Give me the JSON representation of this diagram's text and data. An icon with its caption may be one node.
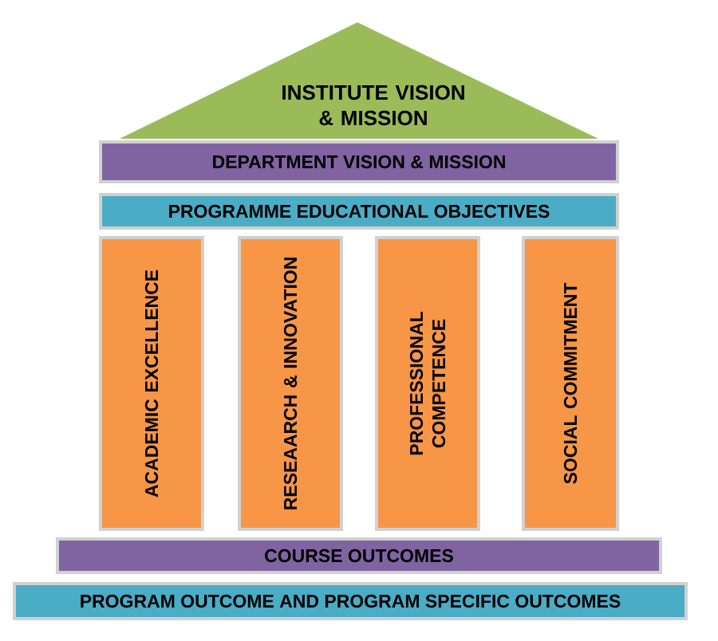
{
  "diagram": {
    "nodes": [
      {
        "text": [
          "INSTITUTE VISION & MISSION"
        ]
      },
      {
        "text": [
          "DEPARTMENT VISION & MISSION"
        ]
      },
      {
        "text": [
          "PROGRAMME EDUCATIONAL OBJECTIVES"
        ]
      },
      {
        "text": [
          "ACADEMIC EXCELLENCE"
        ]
      },
      {
        "text": [
          "RESEAARCH & INNOVATION"
        ]
      },
      {
        "text": [
          "PROFESSIONAL COMPETENCE"
        ]
      },
      {
        "text": [
          "SOCIAL COMMITMENT"
        ]
      },
      {
        "text": [
          "COURSE OUTCOMES"
        ]
      },
      {
        "text": [
          "PROGRAM OUTCOME AND PROGRAM SPECIFIC OUTCOMES"
        ]
      }
    ]
  }
}
